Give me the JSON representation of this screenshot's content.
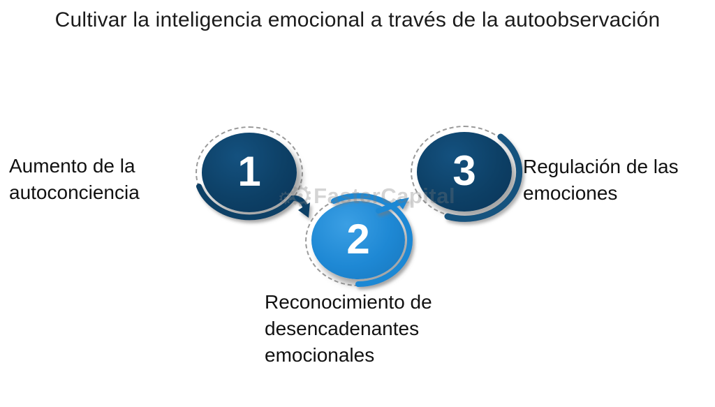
{
  "title": "Cultivar la inteligencia emocional a través de la autoobservación",
  "watermark": {
    "text": "FasterCapital",
    "icon": "gear"
  },
  "colors": {
    "navy": "#0d4066",
    "light_blue": "#1e88d4",
    "swoosh_navy": "#14527e",
    "text": "#111111",
    "dashed_outline": "#9a9a9a",
    "watermark_gray": "#7a7a7a",
    "background": "#ffffff"
  },
  "steps": [
    {
      "number": "1",
      "label": "Aumento de la\nautoconciencia",
      "color": "#0d4066",
      "position": "left"
    },
    {
      "number": "2",
      "label": "Reconocimiento de\ndesencadenantes\nemocionales",
      "color": "#1e88d4",
      "position": "bottom-center"
    },
    {
      "number": "3",
      "label": "Regulación de las\nemociones",
      "color": "#0d4066",
      "position": "right"
    }
  ]
}
